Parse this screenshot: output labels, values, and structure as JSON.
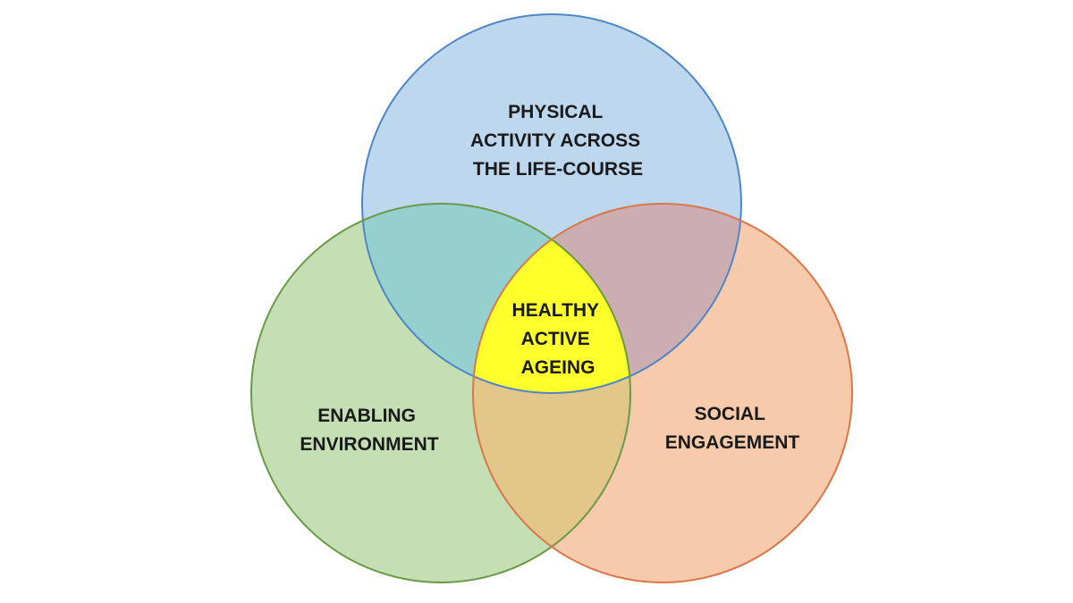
{
  "diagram": {
    "circles": [
      {
        "id": "physical",
        "lines": [
          "PHYSICAL",
          "ACTIVITY ACROSS",
          "THE LIFE-COURSE"
        ],
        "fill": "#bdd7ee",
        "stroke": "#4f86c6"
      },
      {
        "id": "environment",
        "lines": [
          "ENABLING",
          "ENVIRONMENT"
        ],
        "fill": "#c5dfb4",
        "stroke": "#6a9a47"
      },
      {
        "id": "social",
        "lines": [
          "SOCIAL",
          "ENGAGEMENT"
        ],
        "fill": "#f7caac",
        "stroke": "#d9774a"
      }
    ],
    "overlaps": {
      "physical_environment": "#95cfce",
      "physical_social": "#ccadb2",
      "environment_social": "#e2c68a"
    },
    "center": {
      "lines": [
        "HEALTHY",
        "ACTIVE",
        "AGEING"
      ],
      "fill": "#ffff2b"
    }
  }
}
